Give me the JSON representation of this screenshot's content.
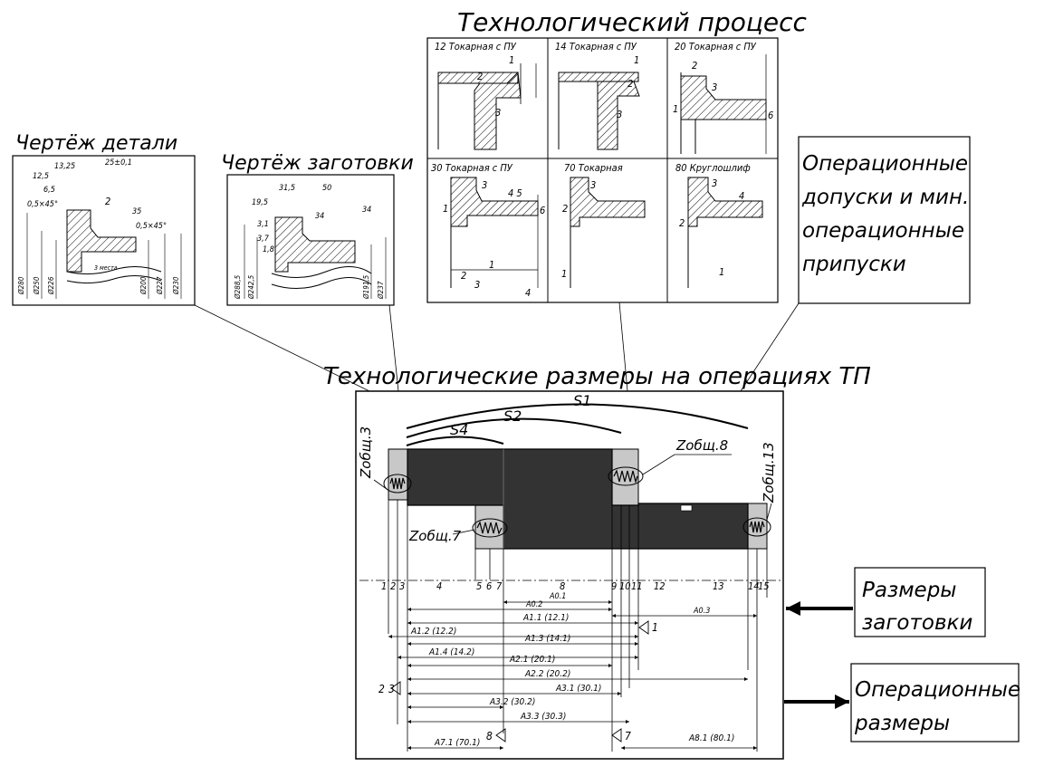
{
  "titles": {
    "process": "Технологический процесс",
    "part_drawing": "Чертёж детали",
    "blank_drawing": "Чертёж заготовки",
    "tech_sizes": "Технологические размеры на операциях ТП",
    "op_tolerances": [
      "Операционные",
      "допуски и мин.",
      "операционные",
      "припуски"
    ],
    "blank_sizes": [
      "Размеры",
      "заготовки"
    ],
    "op_sizes": [
      "Операционные",
      "размеры"
    ]
  },
  "operations": [
    {
      "label": "12 Токарная с ПУ"
    },
    {
      "label": "14 Токарная с ПУ"
    },
    {
      "label": "20 Токарная с ПУ"
    },
    {
      "label": "30 Токарная с ПУ"
    },
    {
      "label": "70 Токарная"
    },
    {
      "label": "80 Круглошлиф"
    }
  ],
  "part_dims": [
    "13,25",
    "25±0,1",
    "12,5",
    "6,5",
    "0,5×45°",
    "2",
    "35",
    "0,5×45°",
    "Ø280",
    "Ø250",
    "Ø226",
    "Ø200",
    "Ø227",
    "Ø230",
    "3 места"
  ],
  "blank_dims": [
    "31,5",
    "50",
    "19,5",
    "34",
    "34",
    "3,1",
    "3,7",
    "1,8",
    "Ø288,5",
    "Ø242,5",
    "Ø191,5",
    "Ø237"
  ],
  "main": {
    "arcs": [
      "S1",
      "S2",
      "S4"
    ],
    "allowances": [
      "Zобщ.3",
      "Zобщ.7",
      "Zобщ.8",
      "Zобщ.13"
    ],
    "surface_numbers": [
      "1",
      "2",
      "3",
      "4",
      "5",
      "6",
      "7",
      "8",
      "9",
      "10",
      "11",
      "12",
      "13",
      "14",
      "15"
    ],
    "dim_labels": [
      "A0.1",
      "A0.2",
      "A0.3",
      "A1.1 (12.1)",
      "A1.2 (12.2)",
      "A1.3 (14.1)",
      "A1.4 (14.2)",
      "A2.1 (20.1)",
      "A2.2 (20.2)",
      "A3.1 (30.1)",
      "A3.2 (30.2)",
      "A3.3 (30.3)",
      "A7.1 (70.1)",
      "A8.1 (80.1)"
    ],
    "base_marks": [
      "1",
      "2",
      "3",
      "8",
      "7"
    ]
  },
  "colors": {
    "ink": "#000000",
    "part": "#333333",
    "allowance": "#c8c8c8",
    "hatch": "#000000"
  }
}
